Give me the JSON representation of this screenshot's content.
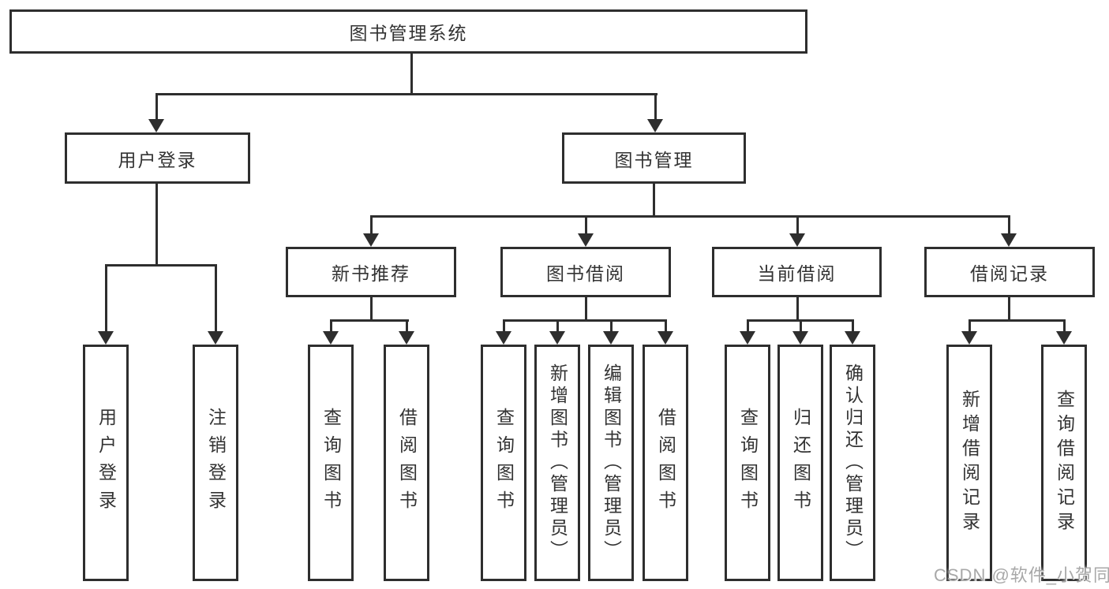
{
  "colors": {
    "line": "#2e2e2e",
    "text": "#333333",
    "watermark": "#a8a8a8",
    "background": "#ffffff"
  },
  "tree": {
    "label": "图书管理系统",
    "children": [
      {
        "label": "用户登录",
        "children": [
          {
            "label": "用户登录"
          },
          {
            "label": "注销登录"
          }
        ]
      },
      {
        "label": "图书管理",
        "children": [
          {
            "label": "新书推荐",
            "children": [
              {
                "label": "查询图书"
              },
              {
                "label": "借阅图书"
              }
            ]
          },
          {
            "label": "图书借阅",
            "children": [
              {
                "label": "查询图书"
              },
              {
                "label": "新增图书（管理员）"
              },
              {
                "label": "编辑图书（管理员）"
              },
              {
                "label": "借阅图书"
              }
            ]
          },
          {
            "label": "当前借阅",
            "children": [
              {
                "label": "查询图书"
              },
              {
                "label": "归还图书"
              },
              {
                "label": "确认归还（管理员）"
              }
            ]
          },
          {
            "label": "借阅记录",
            "children": [
              {
                "label": "新增借阅记录"
              },
              {
                "label": "查询借阅记录"
              }
            ]
          }
        ]
      }
    ]
  },
  "watermark": {
    "text": "CSDN @软件_小贺同学"
  }
}
